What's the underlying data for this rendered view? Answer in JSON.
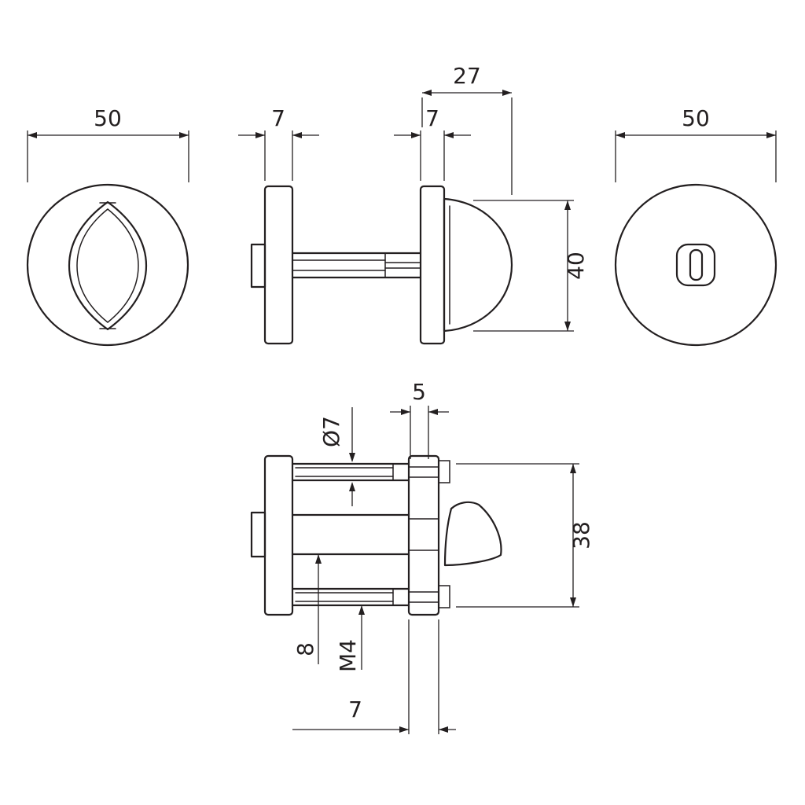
{
  "page": {
    "background": "#ffffff",
    "line_color": "#231f20",
    "description": "Technical drawing of a WC turn rosette set: front view, side view, back view and horizontal section with dimensions in mm"
  },
  "dims": {
    "front_diameter": "50",
    "side_left_plate_thickness": "7",
    "side_right_plate_thickness": "7",
    "knob_depth": "27",
    "knob_height": "40",
    "back_diameter": "50",
    "screw_diameter": "Ø7",
    "screw_head_offset": "5",
    "screw_hole_distance": "38",
    "spindle_size": "8",
    "screw_thread": "M4",
    "plate_thickness": "7"
  }
}
